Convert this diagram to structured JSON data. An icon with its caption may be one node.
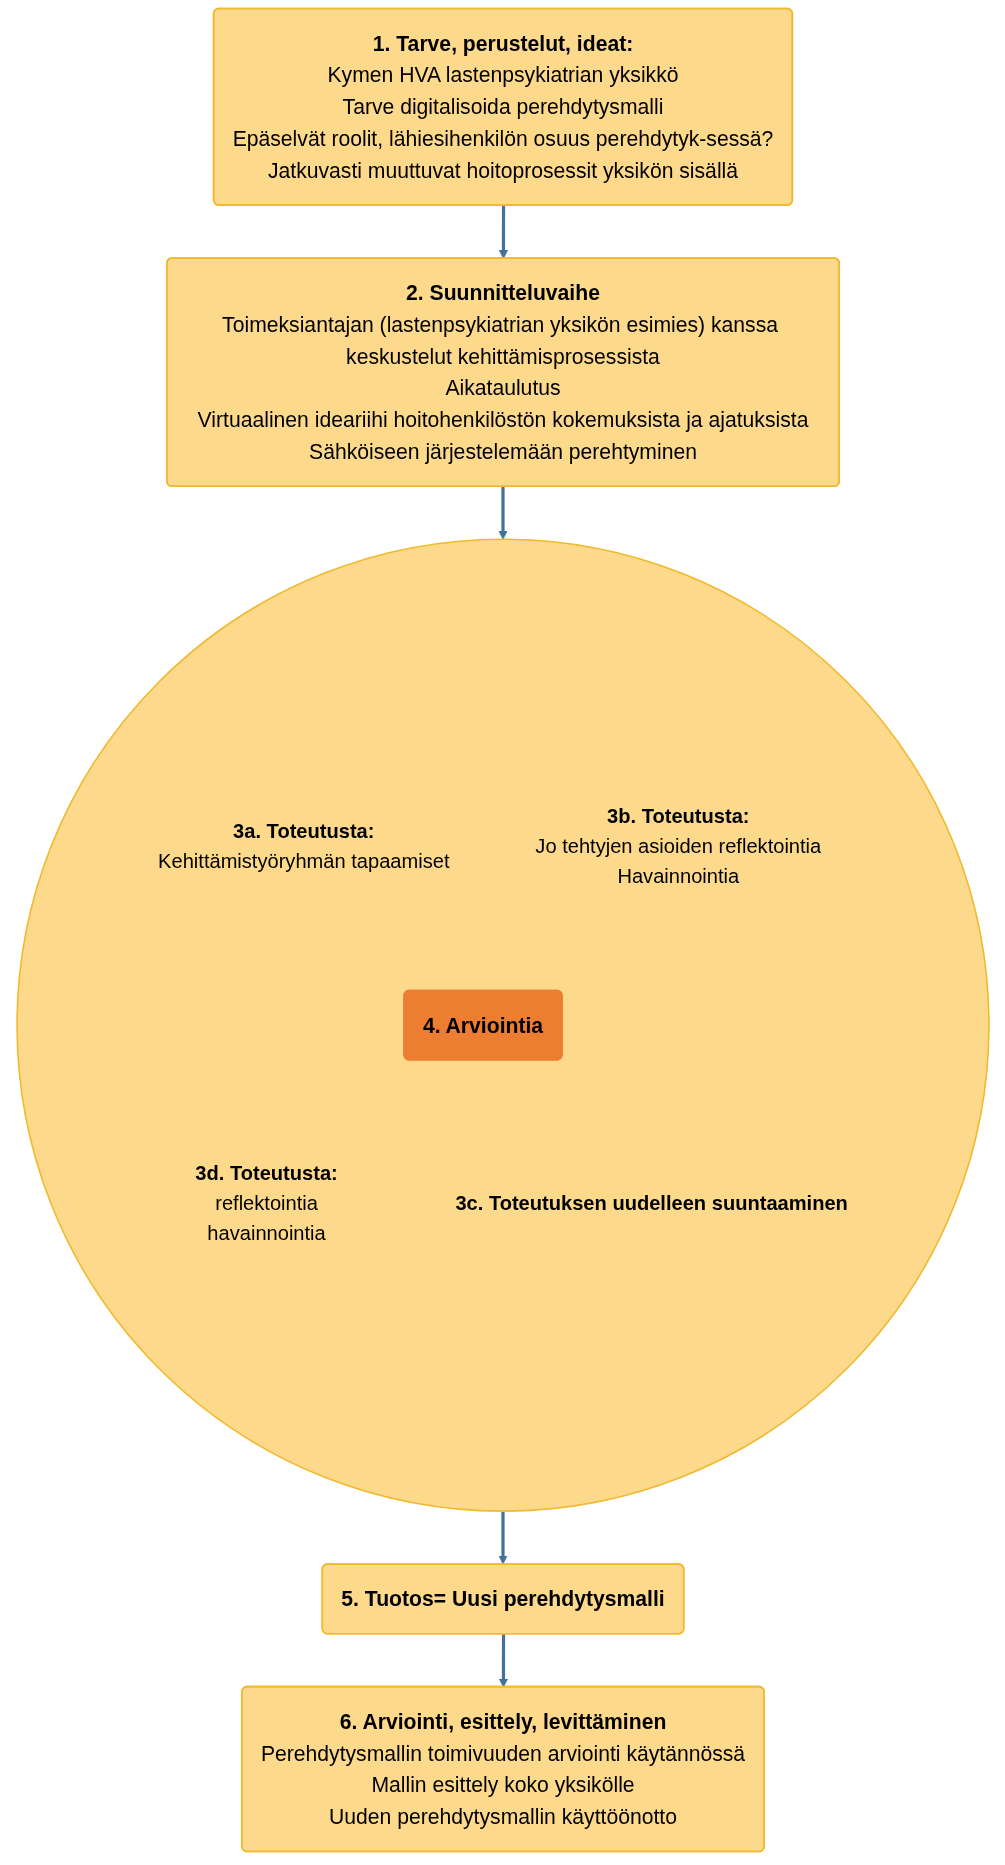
{
  "diagram": {
    "nodes": [
      {
        "text": [
          "1. Tarve, perustelut, ideat:",
          "Kymen HVA lastenpsykiatrian yksikkö",
          "Tarve digitalisoida perehdytysmalli",
          "Epäselvät roolit, lähiesihenkilön osuus perehdytyk-sessä?",
          "Jatkuvasti muuttuvat hoitoprosessit yksikön sisällä"
        ]
      },
      {
        "text": [
          "2. Suunnitteluvaihe",
          "Toimeksiantajan (lastenpsykiatrian yksikön esimies) kanssa keskustelut kehittämisprosessista",
          "Aikataulutus",
          "Virtuaalinen ideariihi hoitohenkilöstön kokemuksista ja ajatuksista",
          "Sähköiseen järjestelemään perehtyminen"
        ]
      },
      {
        "text": [],
        "shape": "circle"
      },
      {
        "text": [
          "3a. Toteutusta:",
          "Kehittämistyöryhmän tapaamiset"
        ],
        "in": 2
      },
      {
        "text": [
          "3b. Toteutusta:",
          "Jo tehtyjen asioiden reflektointia",
          "Havainnointia"
        ],
        "in": 2
      },
      {
        "text": [
          "4. Arviointia"
        ],
        "in": 2
      },
      {
        "text": [
          "3d. Toteutusta:",
          "reflektointia",
          "havainnointia"
        ],
        "in": 2
      },
      {
        "text": [
          "3c. Toteutuksen uudelleen suuntaaminen"
        ],
        "in": 2
      },
      {
        "text": [
          "5. Tuotos= Uusi perehdytysmalli"
        ]
      },
      {
        "text": [
          "6. Arviointi, esittely, levittäminen",
          "Perehdytysmallin toimivuuden arviointi käytännössä",
          "Mallin esittely koko yksikölle",
          "Uuden perehdytysmallin käyttöönotto"
        ]
      }
    ],
    "edges": [
      {
        "from": 0,
        "to": 1,
        "arrow": "to"
      },
      {
        "from": 1,
        "to": 2,
        "arrow": "to"
      },
      {
        "from": 2,
        "to": 8,
        "arrow": "to"
      },
      {
        "from": 8,
        "to": 9,
        "arrow": "to"
      }
    ]
  }
}
